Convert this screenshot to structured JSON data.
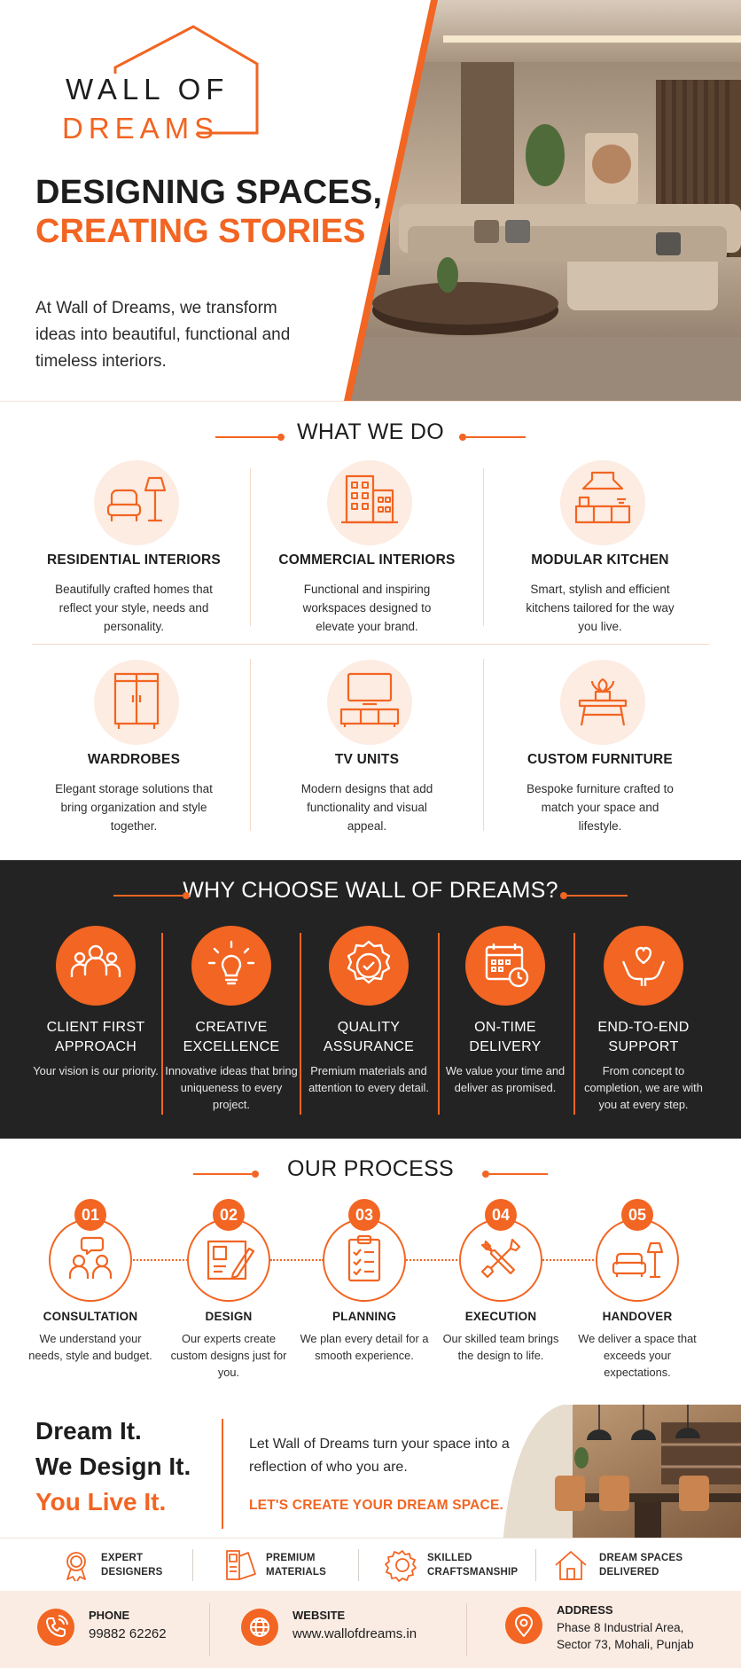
{
  "brand": {
    "logo_line1": "WALL OF",
    "logo_line2": "DREAMS",
    "accent": "#f26522",
    "dark": "#232323"
  },
  "hero": {
    "title_line1": "DESIGNING SPACES,",
    "title_line2": "CREATING STORIES",
    "body": "At Wall of Dreams, we transform ideas into beautiful, functional and timeless interiors."
  },
  "what_we_do": {
    "heading": "WHAT WE DO",
    "services": [
      {
        "name": "RESIDENTIAL INTERIORS",
        "desc": "Beautifully crafted homes that reflect your style, needs and personality.",
        "icon": "armchair-lamp-icon"
      },
      {
        "name": "COMMERCIAL INTERIORS",
        "desc": "Functional and inspiring workspaces designed to elevate your brand.",
        "icon": "office-building-icon"
      },
      {
        "name": "MODULAR KITCHEN",
        "desc": "Smart, stylish and efficient kitchens tailored for the way you live.",
        "icon": "kitchen-icon"
      },
      {
        "name": "WARDROBES",
        "desc": "Elegant storage solutions that bring organization and style together.",
        "icon": "wardrobe-icon"
      },
      {
        "name": "TV UNITS",
        "desc": "Modern designs that add functionality and visual appeal.",
        "icon": "tv-unit-icon"
      },
      {
        "name": "CUSTOM FURNITURE",
        "desc": "Bespoke furniture crafted to match your space and lifestyle.",
        "icon": "table-plant-icon"
      }
    ]
  },
  "why": {
    "heading": "WHY CHOOSE WALL OF DREAMS?",
    "items": [
      {
        "name_line1": "CLIENT FIRST",
        "name_line2": "APPROACH",
        "desc": "Your vision is our priority.",
        "icon": "people-icon"
      },
      {
        "name_line1": "CREATIVE",
        "name_line2": "EXCELLENCE",
        "desc": "Innovative ideas that bring uniqueness to every project.",
        "icon": "lightbulb-icon"
      },
      {
        "name_line1": "QUALITY",
        "name_line2": "ASSURANCE",
        "desc": "Premium materials and attention to every detail.",
        "icon": "quality-badge-icon"
      },
      {
        "name_line1": "ON-TIME",
        "name_line2": "DELIVERY",
        "desc": "We value your time and deliver as promised.",
        "icon": "calendar-clock-icon"
      },
      {
        "name_line1": "END-TO-END",
        "name_line2": "SUPPORT",
        "desc": "From concept to completion, we are with you at every step.",
        "icon": "hands-heart-icon"
      }
    ]
  },
  "process": {
    "heading": "OUR PROCESS",
    "steps": [
      {
        "num": "01",
        "name": "CONSULTATION",
        "desc": "We understand your needs, style and budget.",
        "icon": "consultation-icon"
      },
      {
        "num": "02",
        "name": "DESIGN",
        "desc": "Our experts create custom designs just for you.",
        "icon": "blueprint-pencil-icon"
      },
      {
        "num": "03",
        "name": "PLANNING",
        "desc": "We plan every detail for a smooth experience.",
        "icon": "clipboard-checklist-icon"
      },
      {
        "num": "04",
        "name": "EXECUTION",
        "desc": "Our skilled team brings the design to life.",
        "icon": "tools-icon"
      },
      {
        "num": "05",
        "name": "HANDOVER",
        "desc": "We deliver a space that exceeds your expectations.",
        "icon": "sofa-lamp-icon"
      }
    ]
  },
  "cta": {
    "line1": "Dream It.",
    "line2": "We Design It.",
    "line3": "You Live It.",
    "text": "Let Wall of Dreams turn your space into a reflection of who you are.",
    "link": "LET'S CREATE YOUR DREAM SPACE."
  },
  "features": [
    {
      "line1": "EXPERT",
      "line2": "DESIGNERS",
      "icon": "award-icon"
    },
    {
      "line1": "PREMIUM",
      "line2": "MATERIALS",
      "icon": "swatches-icon"
    },
    {
      "line1": "SKILLED",
      "line2": "CRAFTSMANSHIP",
      "icon": "gear-icon"
    },
    {
      "line1": "DREAM SPACES",
      "line2": "DELIVERED",
      "icon": "home-icon"
    }
  ],
  "contact": {
    "phone_label": "PHONE",
    "phone": "99882 62262",
    "website_label": "WEBSITE",
    "website": "www.wallofdreams.in",
    "address_label": "ADDRESS",
    "address_line1": "Phase 8 Industrial Area,",
    "address_line2": "Sector 73, Mohali, Punjab"
  }
}
